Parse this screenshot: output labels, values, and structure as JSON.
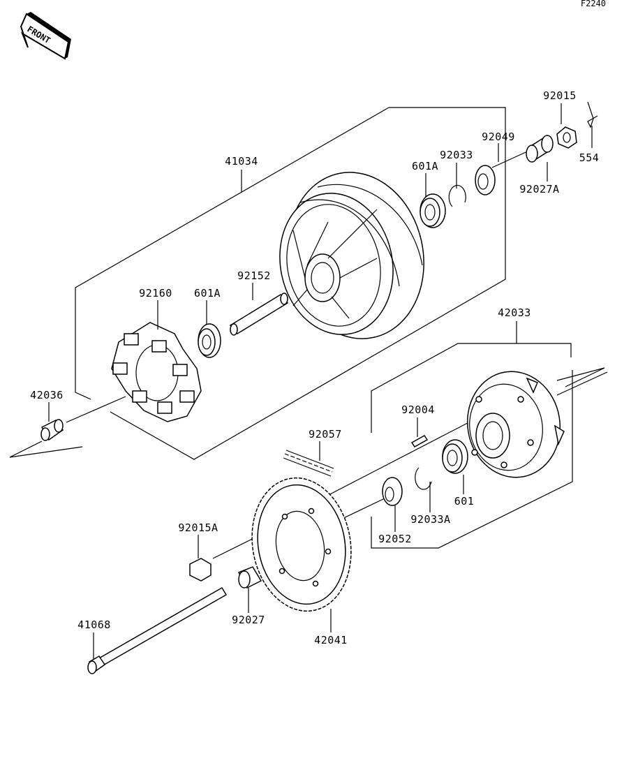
{
  "figure_code": "F2240",
  "front_arrow": {
    "text": "FRONT"
  },
  "parts": [
    {
      "id": "p41034",
      "number": "41034",
      "name": "wheel-rim"
    },
    {
      "id": "p92015",
      "number": "92015",
      "name": "axle-nut-top"
    },
    {
      "id": "p554",
      "number": "554",
      "name": "cotter-pin"
    },
    {
      "id": "p92049",
      "number": "92049",
      "name": "seal-right"
    },
    {
      "id": "p92033",
      "number": "92033",
      "name": "circlip-right"
    },
    {
      "id": "p601A_top",
      "number": "601A",
      "name": "bearing-right"
    },
    {
      "id": "p92027A",
      "number": "92027A",
      "name": "collar-right"
    },
    {
      "id": "p92160",
      "number": "92160",
      "name": "damper"
    },
    {
      "id": "p601A_mid",
      "number": "601A",
      "name": "bearing-left"
    },
    {
      "id": "p92152",
      "number": "92152",
      "name": "spacer-tube"
    },
    {
      "id": "p42036",
      "number": "42036",
      "name": "collar-left"
    },
    {
      "id": "p42033",
      "number": "42033",
      "name": "sprocket-coupling"
    },
    {
      "id": "p92004",
      "number": "92004",
      "name": "stud"
    },
    {
      "id": "p92057",
      "number": "92057",
      "name": "chain"
    },
    {
      "id": "p601",
      "number": "601",
      "name": "coupling-bearing"
    },
    {
      "id": "p92033A",
      "number": "92033A",
      "name": "coupling-circlip"
    },
    {
      "id": "p92052",
      "number": "92052",
      "name": "coupling-seal"
    },
    {
      "id": "p92015A",
      "number": "92015A",
      "name": "sprocket-nut"
    },
    {
      "id": "p92027",
      "number": "92027",
      "name": "collar-sprocket"
    },
    {
      "id": "p42041",
      "number": "42041",
      "name": "rear-sprocket"
    },
    {
      "id": "p41068",
      "number": "41068",
      "name": "rear-axle"
    }
  ]
}
